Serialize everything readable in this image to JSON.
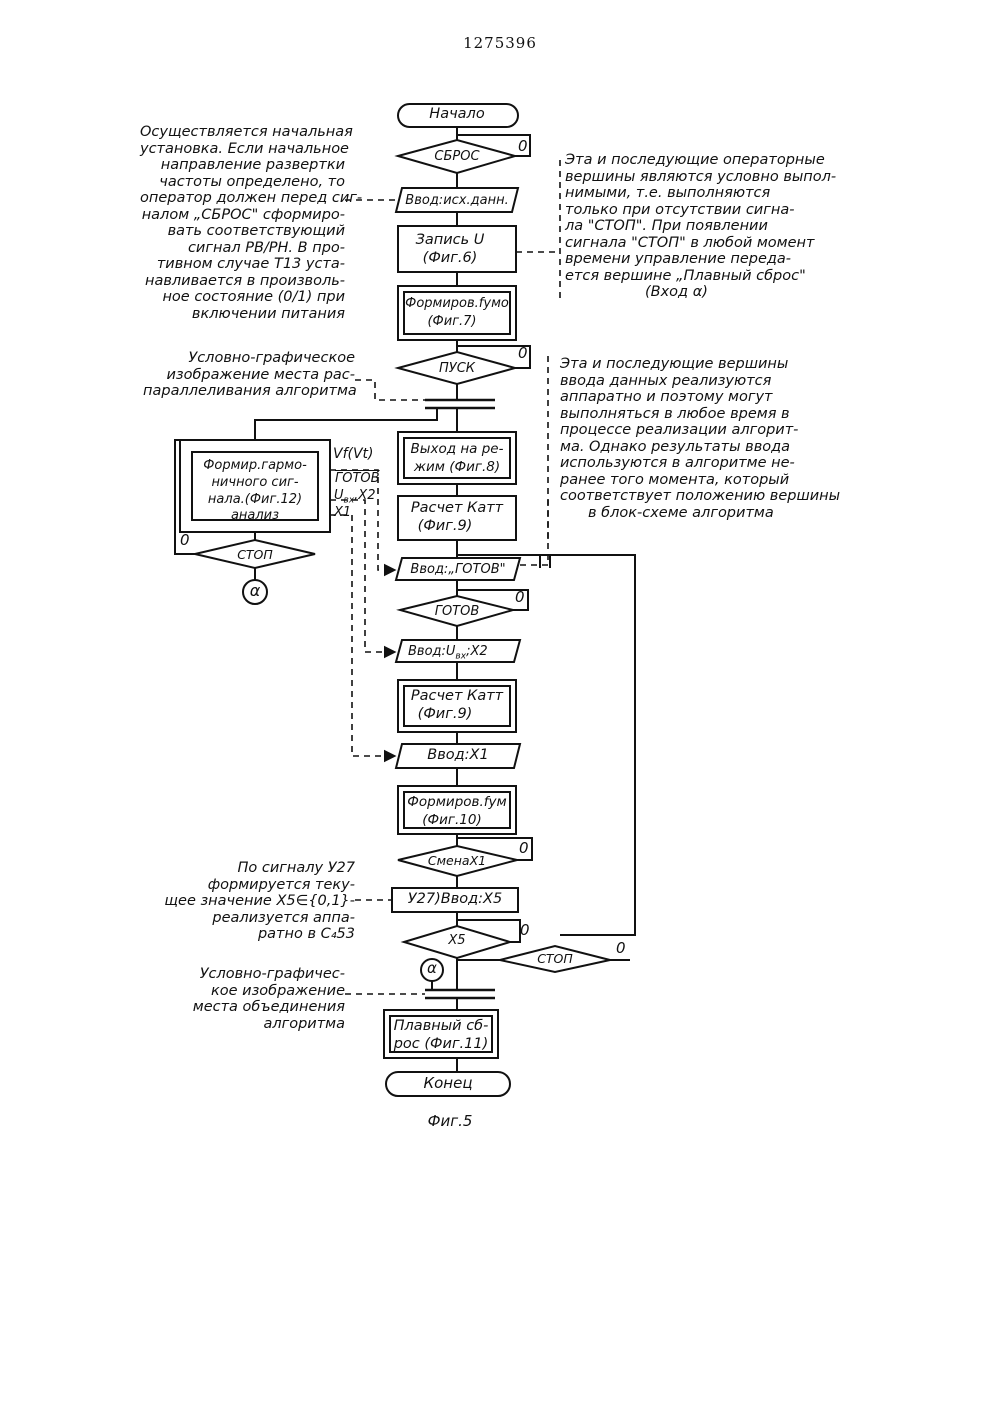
{
  "page_number": "1275396",
  "figure_caption": "Фиг.5",
  "blocks": {
    "start": "Начало",
    "reset_decision": "СБРОС",
    "input_initial": "Ввод:исх.данн.",
    "write_u": [
      "Запись U",
      "(Фиг.6)"
    ],
    "form_fumo": [
      "Формиров.fумо",
      "(Фиг.7)"
    ],
    "start_decision": "ПУСК",
    "mode_output": [
      "Выход на ре-",
      "жим (Фиг.8)"
    ],
    "calc_katt_1": [
      "Расчет Катт",
      "(Фиг.9)"
    ],
    "input_ready": "Ввод:„ГОТОВ\"",
    "ready_decision": "ГОТОВ",
    "input_u_x2": "Ввод:U",
    "calc_katt_2": [
      "Расчет Катт",
      "(Фиг.9)"
    ],
    "input_x1": "Ввод:X1",
    "form_fum": [
      "Формиров.fум",
      "(Фиг.10)"
    ],
    "change_x1_decision": "СменаX1",
    "y27_input_x5": "У27)Ввод:X5",
    "x5_decision": "X5",
    "stop_decision_right": "СТОП",
    "smooth_reset": [
      "Плавный сб-",
      "рос (Фиг.11)"
    ],
    "end": "Конец",
    "harmonic_block": [
      "Формир.гармо-",
      "ничного сиг-",
      "нала.(Фиг.12)",
      "анализ"
    ],
    "stop_decision_left": "СТОП",
    "connector": "α"
  },
  "signals": {
    "vf": "Vf(Vt)",
    "gotov": "ГОТОВ",
    "u_x2": "U",
    "x1": "X1"
  },
  "branch_labels": {
    "zero": "0"
  },
  "notes": {
    "left_top": [
      "Осуществляется начальная",
      "установка. Если начальное",
      "направление развертки",
      "частоты определено, то",
      "оператор должен перед сиг-",
      "налом „СБРОС\" сформиро-",
      "вать соответствующий",
      "сигнал РВ/РН.    В про-",
      "тивном случае Т13 уста-",
      "навливается в произволь-",
      "ное состояние (0/1) при",
      "включении питания"
    ],
    "right_top": [
      "Эта и последующие операторные",
      "вершины являются условно выпол-",
      "нимыми, т.е. выполняются",
      "только при отсутствии сигна-",
      "ла \"СТОП\". При появлении",
      "сигнала \"СТОП\" в любой момент",
      "времени управление переда-",
      "ется вершине „Плавный сброс\"",
      "(Вход α)"
    ],
    "left_mid": [
      "Условно-графическое",
      "изображение места рас-",
      "параллеливания алгоритма"
    ],
    "right_mid": [
      "Эта и последующие вершины",
      "ввода данных реализуются",
      "аппаратно и поэтому могут",
      "выполняться в любое время в",
      "процессе реализации алгорит-",
      "ма. Однако результаты ввода",
      "используются  в алгоритме не-",
      "ранее того момента, который",
      "соответствует положению вершины",
      "в блок-схеме алгоритма"
    ],
    "left_y27": [
      "По сигналу У27",
      "формируется теку-",
      "щее значение X5∈{0,1}-",
      "реализуется аппа-",
      "ратно в С₄53"
    ],
    "left_bottom": [
      "Условно-графичес-",
      "кое изображение",
      "места объединения",
      "алгоритма"
    ]
  },
  "colors": {
    "ink": "#111111",
    "paper": "#ffffff"
  }
}
